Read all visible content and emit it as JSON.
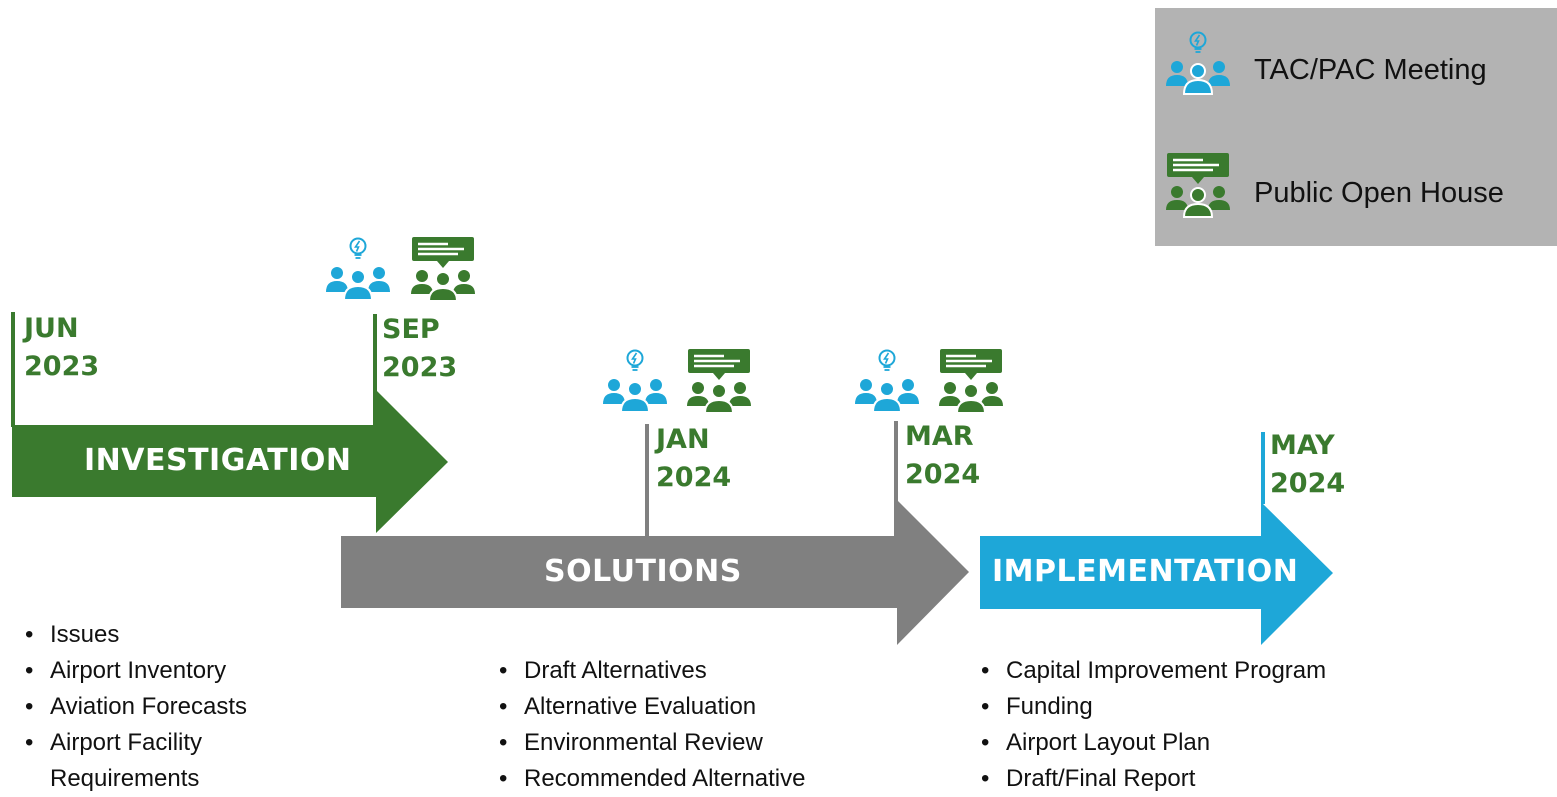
{
  "legend": {
    "tac_pac": "TAC/PAC Meeting",
    "open_house": "Public Open House",
    "tac_color": "#1ea7d8",
    "house_color": "#3a7a2e"
  },
  "dates": {
    "jun": {
      "month": "JUN",
      "year": "2023"
    },
    "sep": {
      "month": "SEP",
      "year": "2023"
    },
    "jan": {
      "month": "JAN",
      "year": "2024"
    },
    "mar": {
      "month": "MAR",
      "year": "2024"
    },
    "may": {
      "month": "MAY",
      "year": "2024"
    }
  },
  "phases": {
    "investigation": {
      "label": "INVESTIGATION",
      "color": "#3a7a2e"
    },
    "solutions": {
      "label": "SOLUTIONS",
      "color": "#808080"
    },
    "implementation": {
      "label": "IMPLEMENTATION",
      "color": "#1ea7d8"
    }
  },
  "lists": {
    "investigation": [
      "Issues",
      "Airport Inventory",
      "Aviation Forecasts",
      "Airport Facility Requirements"
    ],
    "solutions": [
      "Draft Alternatives",
      "Alternative Evaluation",
      "Environmental Review",
      "Recommended Alternative"
    ],
    "implementation": [
      "Capital Improvement Program",
      "Funding",
      "Airport Layout Plan",
      "Draft/Final Report"
    ]
  },
  "icons": [
    "tac-pac-meeting-icon",
    "public-open-house-icon"
  ]
}
